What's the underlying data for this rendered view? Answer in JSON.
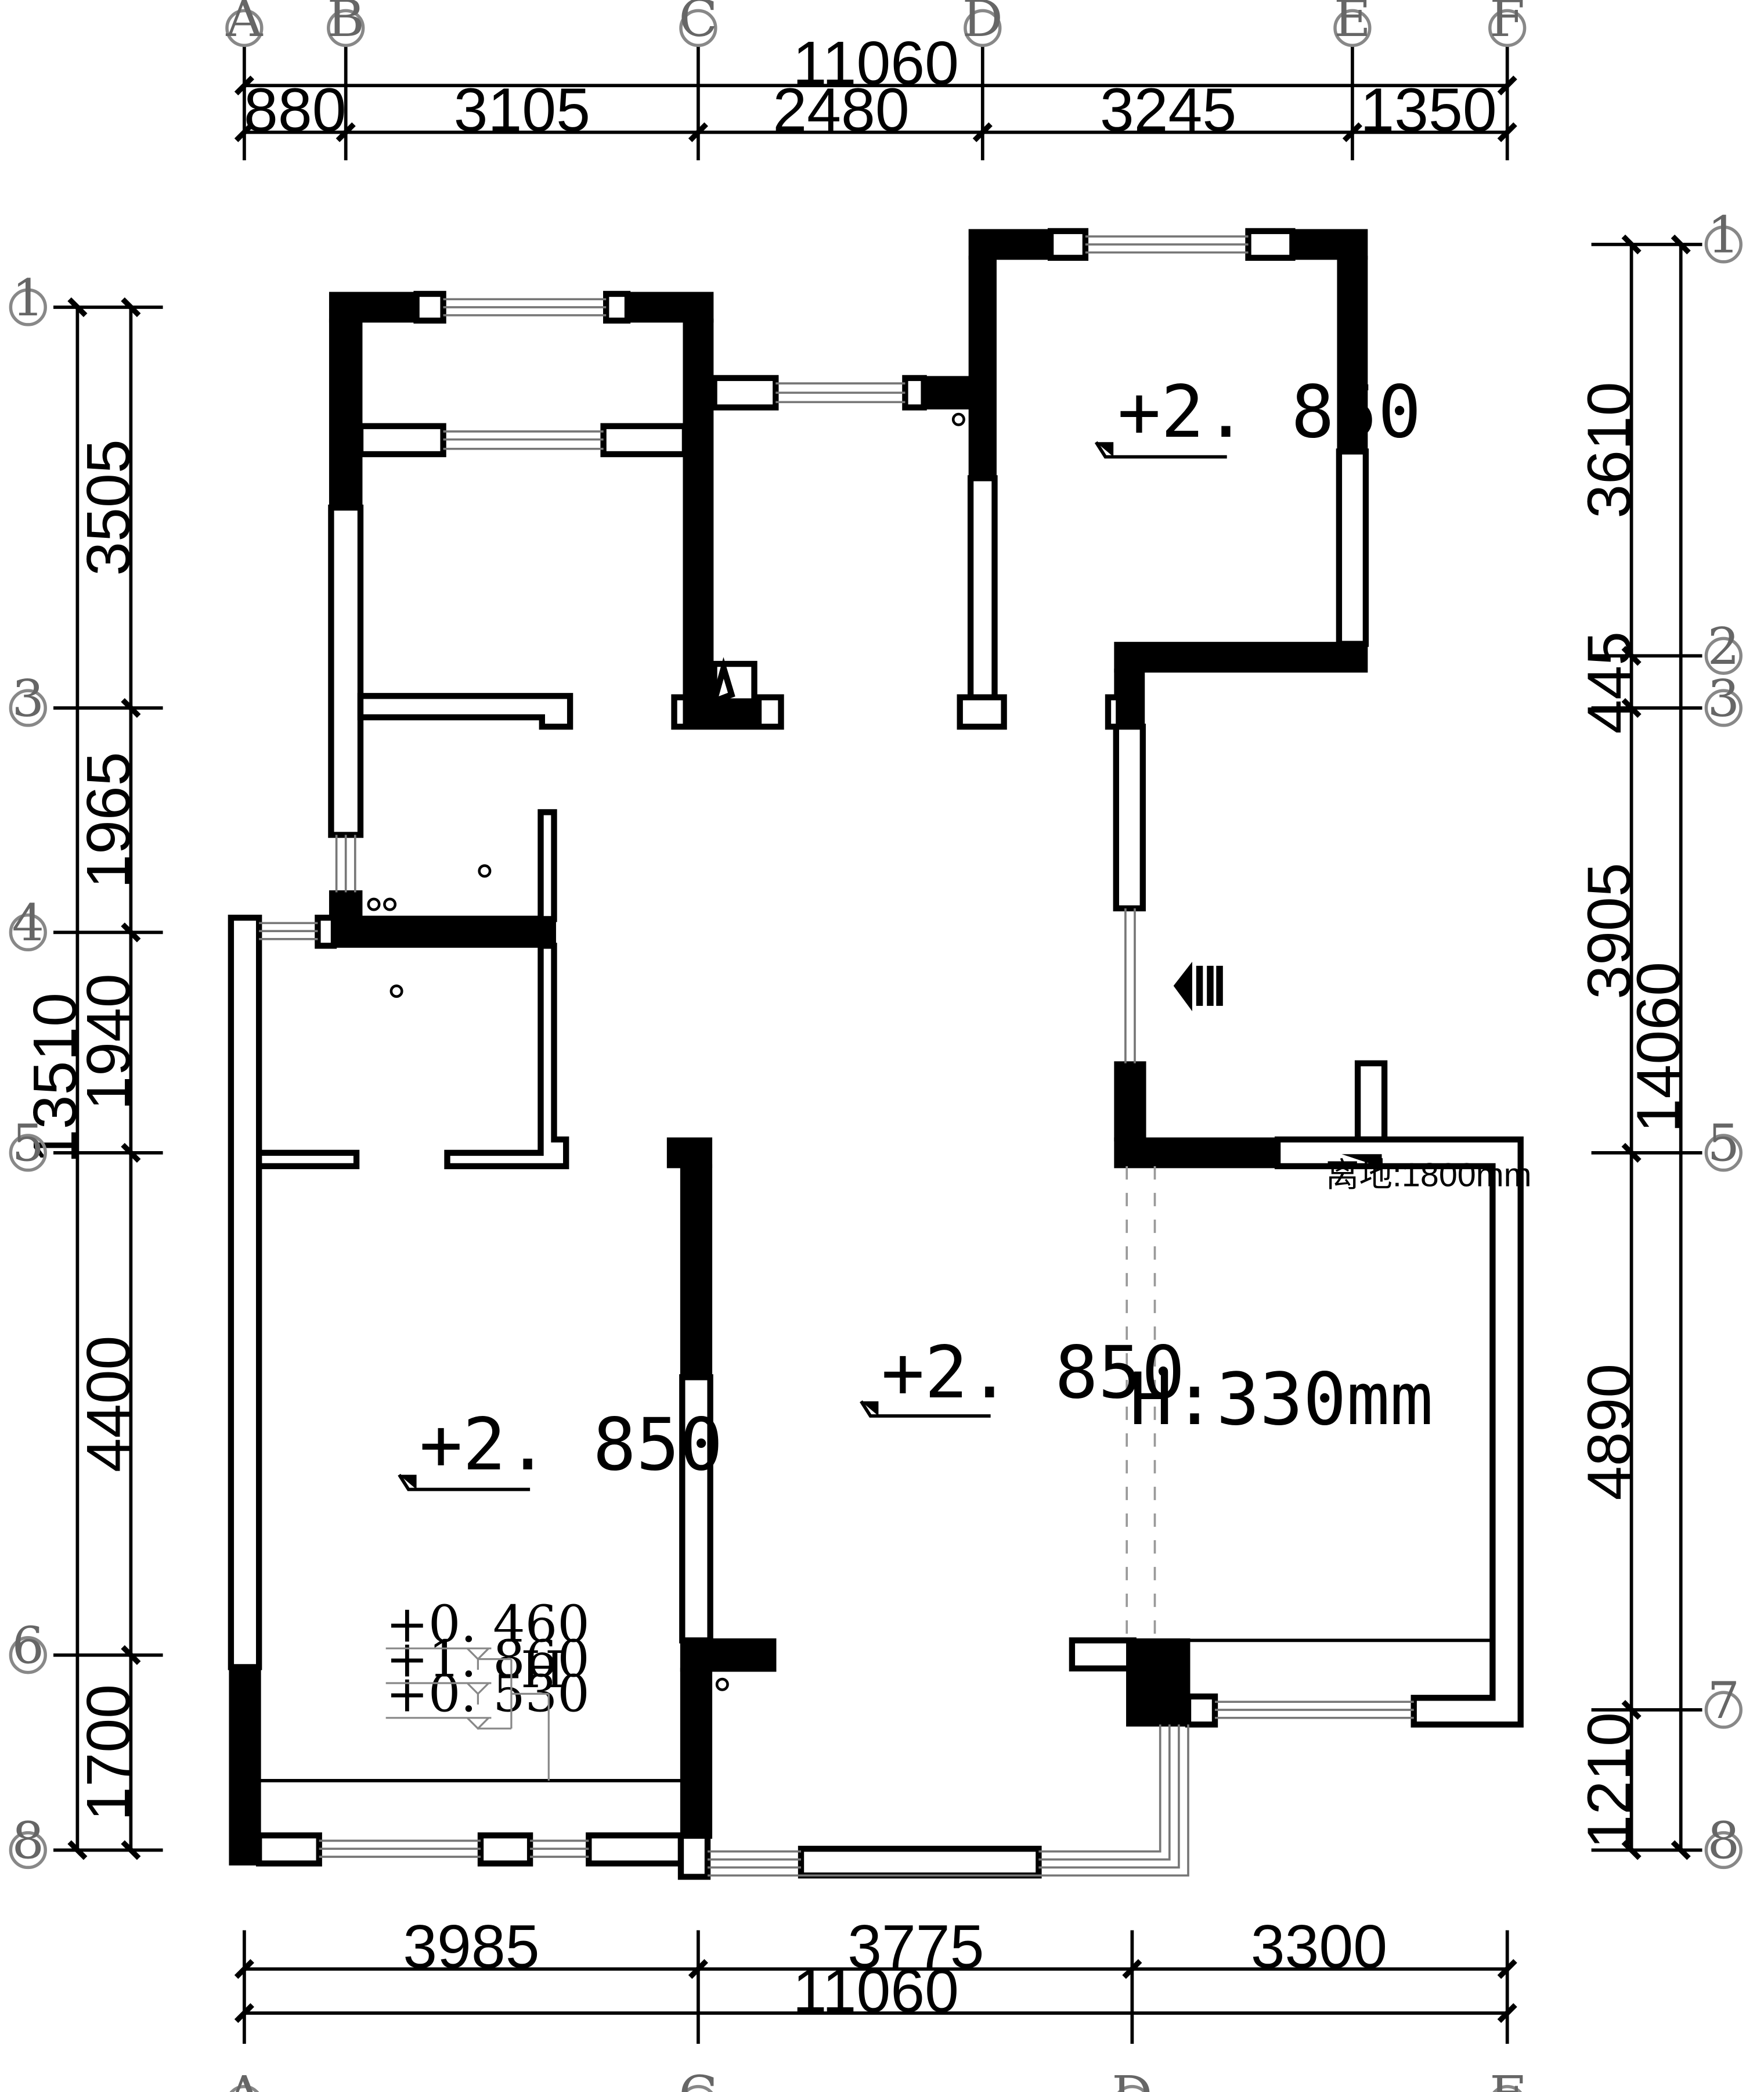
{
  "axes": {
    "columns_top": [
      "A",
      "B",
      "C",
      "D",
      "E",
      "F"
    ],
    "columns_bottom": [
      "A",
      "C",
      "D",
      "F"
    ],
    "rows_left": [
      "1",
      "3",
      "4",
      "5",
      "6",
      "8"
    ],
    "rows_right": [
      "1",
      "2",
      "3",
      "5",
      "7",
      "8"
    ]
  },
  "dimensions": {
    "top_total": "11060",
    "top_segments": [
      "880",
      "3105",
      "2480",
      "3245",
      "1350"
    ],
    "bottom_segments": [
      "3985",
      "3775",
      "3300"
    ],
    "bottom_total": "11060",
    "left_segments": [
      "3505",
      "1965",
      "1940",
      "4400",
      "1700"
    ],
    "left_total": "13510",
    "right_segments": [
      "3610",
      "445",
      "3905",
      "4890",
      "1210"
    ],
    "right_total": "14060"
  },
  "levels": {
    "top_right_room": "+2. 850",
    "center_hall": "+2. 850",
    "left_room": "+2. 850"
  },
  "heights": {
    "values": [
      "+0. 460",
      "+1. 860",
      "+0. 530"
    ],
    "marker": "H"
  },
  "notes": {
    "beam_height": "H:330mm",
    "window_sill": "离地:1800mm"
  },
  "colors": {
    "line": "#000000",
    "window": "#777777",
    "background": "#ffffff"
  },
  "icons": {
    "entrance": "entrance-arrow-icon"
  }
}
